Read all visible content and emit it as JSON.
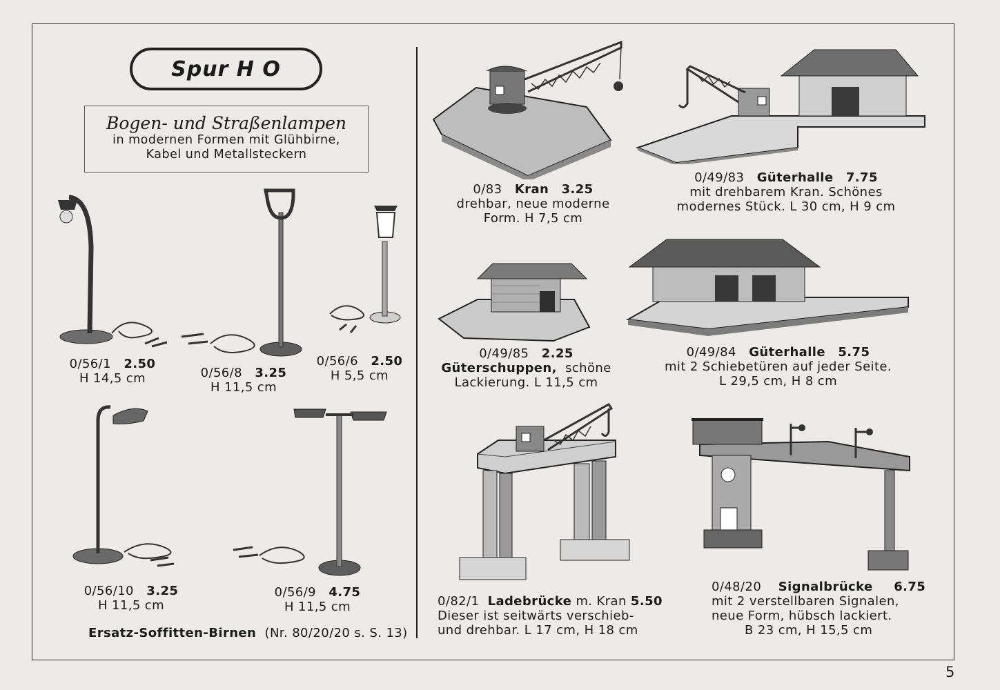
{
  "header": {
    "badge": "Spur H O"
  },
  "intro": {
    "title": "Bogen- und Straßenlampen",
    "line1": "in modernen Formen mit Glühbirne,",
    "line2": "Kabel und Metallsteckern"
  },
  "lamps": [
    {
      "code": "0/56/1",
      "price": "2.50",
      "size": "H 14,5 cm"
    },
    {
      "code": "0/56/8",
      "price": "3.25",
      "size": "H 11,5 cm"
    },
    {
      "code": "0/56/6",
      "price": "2.50",
      "size": "H 5,5 cm"
    },
    {
      "code": "0/56/10",
      "price": "3.25",
      "size": "H 11,5 cm"
    },
    {
      "code": "0/56/9",
      "price": "4.75",
      "size": "H 11,5 cm"
    }
  ],
  "footnote": {
    "bold": "Ersatz-Soffitten-Birnen",
    "rest": "(Nr. 80/20/20 s. S. 13)"
  },
  "products": {
    "kran": {
      "code": "0/83",
      "name": "Kran",
      "price": "3.25",
      "line1": "drehbar,  neue  moderne",
      "line2": "Form.   H 7,5 cm"
    },
    "guterhalle_783": {
      "code": "0/49/83",
      "name": "Güterhalle",
      "price": "7.75",
      "line1": "mit drehbarem Kran. Schönes",
      "line2": "modernes Stück. L 30 cm, H 9 cm"
    },
    "schuppen": {
      "code": "0/49/85",
      "price": "2.25",
      "name": "Güterschuppen,",
      "line1rest": "schöne",
      "line2": "Lackierung.    L 11,5 cm"
    },
    "guterhalle_784": {
      "code": "0/49/84",
      "name": "Güterhalle",
      "price": "5.75",
      "line1": "mit 2 Schiebetüren auf jeder Seite.",
      "line2": "L 29,5 cm, H 8 cm"
    },
    "ladebruecke": {
      "code": "0/82/1",
      "name": "Ladebrücke",
      "mid": "m. Kran",
      "price": "5.50",
      "line1": "Dieser  ist  seitwärts  verschieb-",
      "line2": "und drehbar.  L 17 cm, H 18 cm"
    },
    "signalbruecke": {
      "code": "0/48/20",
      "name": "Signalbrücke",
      "price": "6.75",
      "line1": "mit 2 verstellbaren Signalen,",
      "line2": "neue  Form,  hübsch  lackiert.",
      "line3": "B 23 cm, H 15,5 cm"
    }
  },
  "page": {
    "number": "5"
  }
}
